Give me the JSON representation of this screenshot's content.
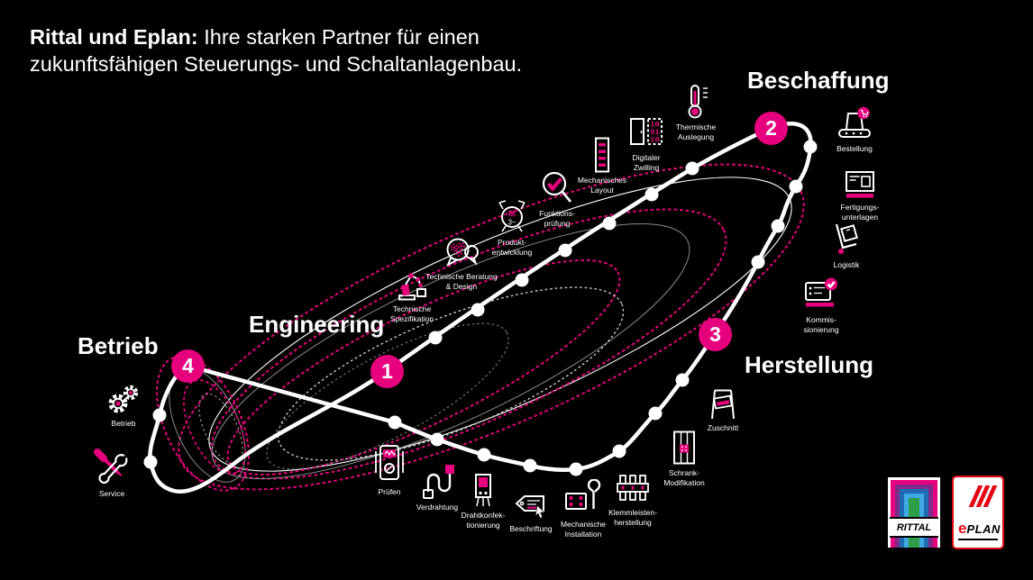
{
  "colors": {
    "magenta": "#e6007e",
    "background": "#000000",
    "white": "#ffffff",
    "eplan_red": "#e30613",
    "rittal_purple": "#7d2d88",
    "rittal_blue": "#1f6cb4",
    "rittal_lightblue": "#40a8e0",
    "rittal_green": "#2f9e49"
  },
  "title": {
    "lead": "Rittal und Eplan:",
    "line1_rest": " Ihre starken Partner für einen",
    "line2": "zukunftsfähigen Steuerungs- und Schaltanlagenbau."
  },
  "phases": {
    "engineering": {
      "label": "Engineering",
      "number": "1"
    },
    "beschaffung": {
      "label": "Beschaffung",
      "number": "2"
    },
    "herstellung": {
      "label": "Herstellung",
      "number": "3"
    },
    "betrieb": {
      "label": "Betrieb",
      "number": "4"
    }
  },
  "steps": {
    "technische_spezifikation": {
      "label": "Technische\nSpezifikation"
    },
    "technische_beratung": {
      "label": "Technische Beratung\n& Design"
    },
    "produktentwicklung": {
      "label": "Produkt-\nentwicklung"
    },
    "funktionspruefung": {
      "label": "Funktions-\nprüfung"
    },
    "mechanisches_layout": {
      "label": "Mechanisches\nLayout"
    },
    "digitaler_zwilling": {
      "label": "Digitaler\nZwilling"
    },
    "thermische_auslegung": {
      "label": "Thermische\nAuslegung"
    },
    "bestellung": {
      "label": "Bestellung"
    },
    "fertigungsunterlagen": {
      "label": "Fertigungs-\nunterlagen"
    },
    "logistik": {
      "label": "Logistik"
    },
    "kommissionierung": {
      "label": "Kommis-\nsionierung"
    },
    "zuschnitt": {
      "label": "Zuschnitt"
    },
    "schrank_modifikation": {
      "label": "Schrank-\nModifikation"
    },
    "klemmleisten_herstellung": {
      "label": "Klemmleisten-\nherstellung"
    },
    "mechanische_installation": {
      "label": "Mechanische\nInstallation"
    },
    "beschriftung": {
      "label": "Beschriftung"
    },
    "drahtkonfektionierung": {
      "label": "Drahtkonfek-\ntionierung"
    },
    "verdrahtung": {
      "label": "Verdrahtung"
    },
    "pruefen": {
      "label": "Prüfen"
    },
    "betrieb": {
      "label": "Betrieb"
    },
    "service": {
      "label": "Service"
    }
  },
  "icon_text": {
    "motor_m": "M",
    "motor_phase": "3~",
    "twin_row1": "10",
    "twin_row2": "01",
    "twin_row3": "10"
  },
  "logos": {
    "rittal": {
      "wordmark": "RITTAL"
    },
    "eplan": {
      "e": "e",
      "plan": "PLAN"
    }
  }
}
